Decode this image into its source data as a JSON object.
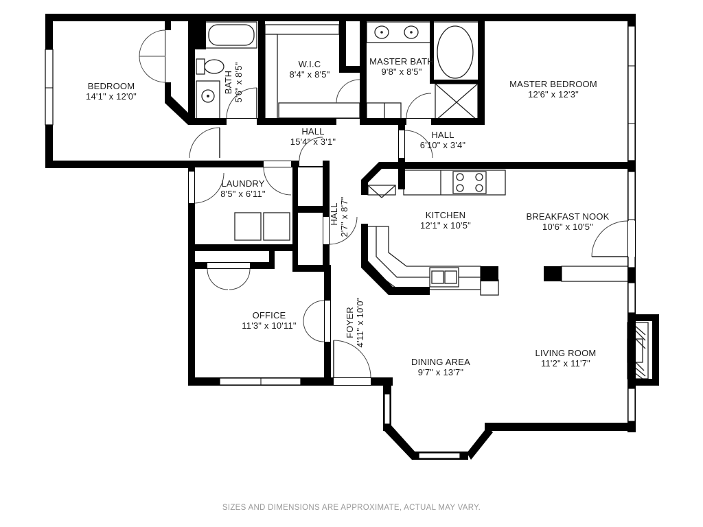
{
  "plan": {
    "rooms": [
      {
        "id": "bedroom",
        "name": "BEDROOM",
        "dims": "14'1\" x 12'0\""
      },
      {
        "id": "bath",
        "name": "BATH",
        "dims": "5'6\" x 8'5\""
      },
      {
        "id": "wic",
        "name": "W.I.C",
        "dims": "8'4\" x 8'5\""
      },
      {
        "id": "master-bath",
        "name": "MASTER BATH",
        "dims": "9'8\" x 8'5\""
      },
      {
        "id": "master-bedroom",
        "name": "MASTER BEDROOM",
        "dims": "12'6\" x 12'3\""
      },
      {
        "id": "hall-main",
        "name": "HALL",
        "dims": "15'4\" x 3'1\""
      },
      {
        "id": "hall-small",
        "name": "HALL",
        "dims": "6'10\" x 3'4\""
      },
      {
        "id": "laundry",
        "name": "LAUNDRY",
        "dims": "8'5\" x 6'11\""
      },
      {
        "id": "hall-vertical",
        "name": "HALL",
        "dims": "2'7\" x 8'7\""
      },
      {
        "id": "kitchen",
        "name": "KITCHEN",
        "dims": "12'1\" x 10'5\""
      },
      {
        "id": "breakfast-nook",
        "name": "BREAKFAST NOOK",
        "dims": "10'6\" x 10'5\""
      },
      {
        "id": "office",
        "name": "OFFICE",
        "dims": "11'3\" x 10'11\""
      },
      {
        "id": "foyer",
        "name": "FOYER",
        "dims": "4'11\" x 10'0\""
      },
      {
        "id": "dining-area",
        "name": "DINING AREA",
        "dims": "9'7\" x 13'7\""
      },
      {
        "id": "living-room",
        "name": "LIVING ROOM",
        "dims": "11'2\" x 11'7\""
      }
    ],
    "disclaimer": "SIZES AND DIMENSIONS ARE APPROXIMATE, ACTUAL MAY VARY."
  }
}
